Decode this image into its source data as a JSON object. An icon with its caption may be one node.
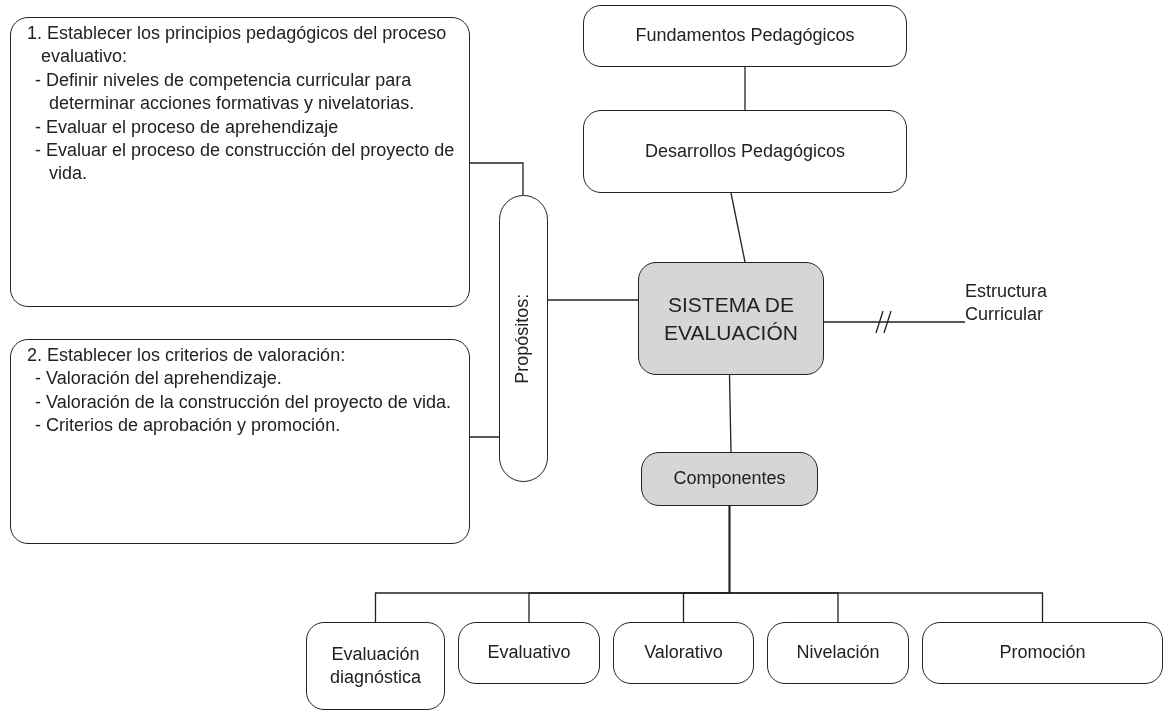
{
  "diagram": {
    "nodes": [
      {
        "text": [
          "1. Establecer los principios pedagógicos del proceso evaluativo:",
          "- Definir niveles de competencia curricular para determinar acciones formativas y nivelatorias.",
          "- Evaluar el proceso de aprehendizaje",
          "- Evaluar el proceso de construcción del proyecto de vida."
        ]
      },
      {
        "text": [
          "2. Establecer los criterios de valoración:",
          "- Valoración del aprehendizaje.",
          "- Valoración de la construcción del proyecto de vida.",
          "- Criterios de aprobación y promoción."
        ]
      },
      {
        "text": [
          "Propósitos:"
        ]
      },
      {
        "text": [
          "Fundamentos Pedagógicos"
        ]
      },
      {
        "text": [
          "Desarrollos Pedagógicos"
        ]
      },
      {
        "text": [
          "SISTEMA DE EVALUACIÓN"
        ]
      },
      {
        "text": [
          "Estructura Curricular"
        ]
      },
      {
        "text": [
          "Componentes"
        ]
      },
      {
        "text": [
          "Evaluación diagnóstica"
        ]
      },
      {
        "text": [
          "Evaluativo"
        ]
      },
      {
        "text": [
          "Valorativo"
        ]
      },
      {
        "text": [
          "Nivelación"
        ]
      },
      {
        "text": [
          "Promoción"
        ]
      }
    ],
    "edges": [
      {
        "from": 0,
        "to": 2,
        "arrow": "none"
      },
      {
        "from": 1,
        "to": 2,
        "arrow": "none"
      },
      {
        "from": 3,
        "to": 4,
        "arrow": "none"
      },
      {
        "from": 4,
        "to": 5,
        "arrow": "none"
      },
      {
        "from": 2,
        "to": 5,
        "arrow": "none"
      },
      {
        "from": 5,
        "to": 6,
        "arrow": "none"
      },
      {
        "from": 5,
        "to": 7,
        "arrow": "none"
      },
      {
        "from": 7,
        "to": 8,
        "arrow": "none"
      },
      {
        "from": 7,
        "to": 9,
        "arrow": "none"
      },
      {
        "from": 7,
        "to": 10,
        "arrow": "none"
      },
      {
        "from": 7,
        "to": 11,
        "arrow": "none"
      },
      {
        "from": 7,
        "to": 12,
        "arrow": "none"
      }
    ]
  }
}
